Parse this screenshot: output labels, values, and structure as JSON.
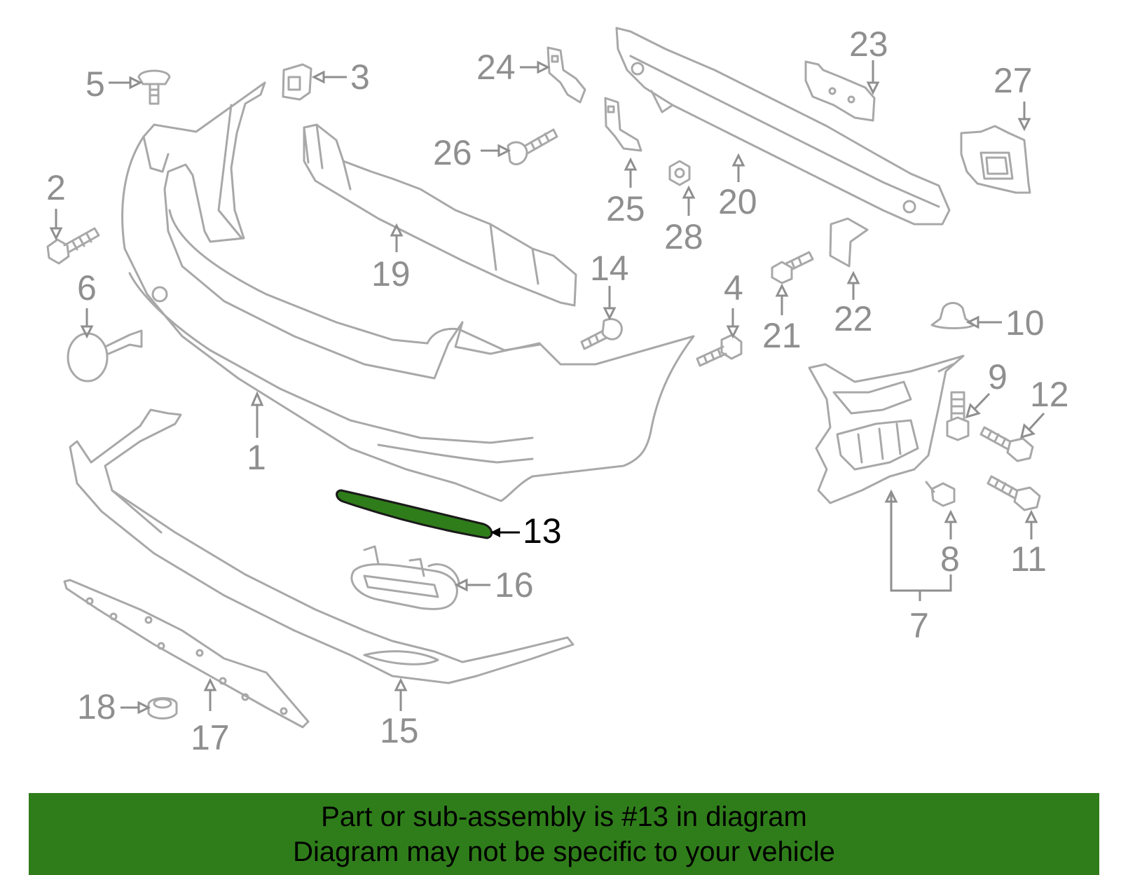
{
  "colors": {
    "highlight": "#2f7d1a",
    "banner": "#2f7d1a",
    "line": "#a8a8a8",
    "label": "#8f8f8f"
  },
  "callouts": {
    "c1": "1",
    "c2": "2",
    "c3": "3",
    "c4": "4",
    "c5": "5",
    "c6": "6",
    "c7": "7",
    "c8": "8",
    "c9": "9",
    "c10": "10",
    "c11": "11",
    "c12": "12",
    "c13": "13",
    "c14": "14",
    "c15": "15",
    "c16": "16",
    "c17": "17",
    "c18": "18",
    "c19": "19",
    "c20": "20",
    "c21": "21",
    "c22": "22",
    "c23": "23",
    "c24": "24",
    "c25": "25",
    "c26": "26",
    "c27": "27",
    "c28": "28"
  },
  "highlighted_part": "13",
  "banner": {
    "line1": "Part or sub-assembly is #13 in diagram",
    "line2": "Diagram may not be specific to your vehicle"
  }
}
